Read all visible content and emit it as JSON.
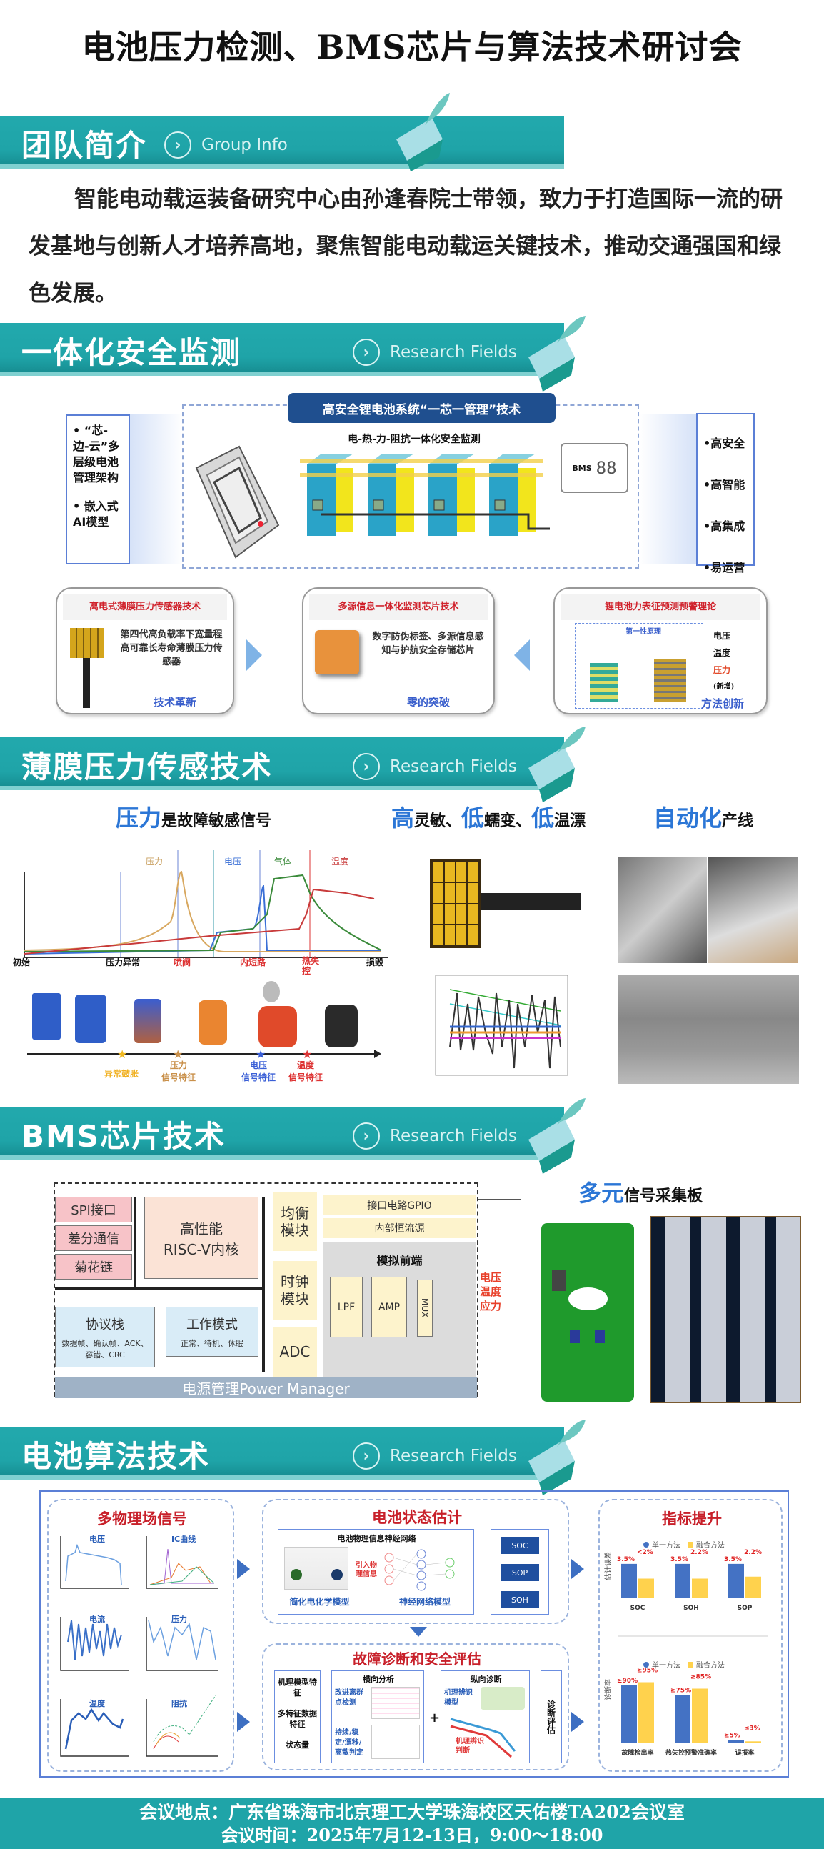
{
  "title": "电池压力检测、BMS芯片与算法技术研讨会",
  "colors": {
    "teal": "#1fa4a8",
    "accent_blue": "#2b76d6",
    "red": "#c8202a",
    "dark_blue": "#1f4f8f"
  },
  "group_info": {
    "banner_title": "团队简介",
    "banner_sub": "Group Info",
    "text": "智能电动载运装备研究中心由孙逢春院士带领，致力于打造国际一流的研发基地与创新人才培养高地，聚焦智能电动载运关键技术，推动交通强国和绿色发展。"
  },
  "section1": {
    "banner_title": "一体化安全监测",
    "banner_sub": "Research Fields",
    "header": "高安全锂电池系统“一芯一管理”技术",
    "subheader": "电-热-力-阻抗一体化安全监测",
    "bms_label": "BMS",
    "left_items": [
      "“芯-边-云”多层级电池管理架构",
      "嵌入式AI模型"
    ],
    "right_items": [
      "高安全",
      "高智能",
      "高集成",
      "易运营"
    ],
    "cards": [
      {
        "title": "离电式薄膜压力传感器技术",
        "body": "第四代高负载率下宽量程高可靠长寿命薄膜压力传感器",
        "tag": "技术革新"
      },
      {
        "title": "多源信息一体化监测芯片技术",
        "body": "数字防伪标签、多源信息感知与护航安全存储芯片",
        "tag": "零的突破"
      },
      {
        "title": "锂电池力表征预测预警理论",
        "body_items": [
          "电压",
          "温度",
          "压力"
        ],
        "body_note": "(新增)",
        "inner_label": "第一性原理",
        "tag": "方法创新"
      }
    ]
  },
  "section2": {
    "banner_title": "薄膜压力传感技术",
    "banner_sub": "Research Fields",
    "headline1": {
      "big": "压力",
      "small": "是故障敏感信号"
    },
    "headline2": {
      "big1": "高",
      "small1": "灵敏、",
      "big2": "低",
      "small2": "蠕变、",
      "big3": "低",
      "small3": "温漂"
    },
    "headline3": {
      "big": "自动化",
      "small": "产线"
    },
    "curve_labels": [
      "压力",
      "电压",
      "气体",
      "温度"
    ],
    "axis_labels": [
      "初始",
      "压力异常",
      "喷阀",
      "内短路",
      "热失控",
      "损毁"
    ],
    "timeline_labels": [
      {
        "line1": "异常鼓胀",
        "line2": ""
      },
      {
        "line1": "压力",
        "line2": "信号特征"
      },
      {
        "line1": "电压",
        "line2": "信号特征"
      },
      {
        "line1": "温度",
        "line2": "信号特征"
      }
    ]
  },
  "section3": {
    "banner_title": "BMS芯片技术",
    "banner_sub": "Research Fields",
    "blocks": {
      "spi": "SPI接口",
      "diff": "差分通信",
      "daisy": "菊花链",
      "core_line1": "高性能",
      "core_line2": "RISC-V内核",
      "protocol_title": "协议栈",
      "protocol_body": "数据帧、确认帧、ACK、容错、CRC",
      "mode_title": "工作模式",
      "mode_body": "正常、待机、休眠",
      "balance": "均衡模块",
      "clock": "时钟模块",
      "adc": "ADC",
      "gpio": "接口电路GPIO",
      "current_src": "内部恒流源",
      "afe": "模拟前端",
      "lpf": "LPF",
      "amp": "AMP",
      "mux": "MUX",
      "power": "电源管理Power Manager"
    },
    "signals": [
      "电压",
      "温度",
      "应力"
    ],
    "board_title": {
      "big": "多元",
      "small": "信号采集板"
    }
  },
  "section4": {
    "banner_title": "电池算法技术",
    "banner_sub": "Research Fields",
    "signals_title": "多物理场信号",
    "signal_plots": [
      "电压",
      "IC曲线",
      "电流",
      "压力",
      "温度",
      "阻抗"
    ],
    "state_title": "电池状态估计",
    "state_sub": "电池物理信息神经网络",
    "state_model_left": "简化电化学模型",
    "state_mid": "引入物理信息",
    "state_model_right": "神经网络模型",
    "state_outputs": [
      "SOC",
      "SOP",
      "SOH"
    ],
    "fault_title": "故障诊断和安全评估",
    "fault_features": [
      "机理模型特征",
      "多特征数据特征",
      "状态量"
    ],
    "lateral_title": "横向分析",
    "lateral_items": [
      "改进离群点检测",
      "持续/稳定/漂移/离散判定"
    ],
    "longit_title": "纵向诊断",
    "longit_items": [
      "机理辨识模型",
      "机理辨识判断"
    ],
    "diag": "诊断评估",
    "metrics_title": "指标提升",
    "legend": [
      "单一方法",
      "融合方法"
    ],
    "chart_top": {
      "ylabel": "估计误差",
      "categories": [
        "SOC",
        "SOH",
        "SOP"
      ],
      "single": [
        3.5,
        3.5,
        3.5
      ],
      "fusion": [
        2.0,
        2.0,
        2.2
      ],
      "labels_single": [
        "3.5%",
        "3.5%",
        "3.5%"
      ],
      "labels_fusion": [
        "<2%",
        "2.2%",
        "2.2%"
      ]
    },
    "chart_bottom": {
      "ylabel": "诊断率",
      "categories": [
        "故障检出率",
        "热失控预警准确率",
        "误报率"
      ],
      "single": [
        90,
        75,
        5
      ],
      "fusion": [
        95,
        85,
        3
      ],
      "labels_single": [
        "≥90%",
        "≥75%",
        "≥5%"
      ],
      "labels_fusion": [
        "≥95%",
        "≥85%",
        "≤3%"
      ]
    }
  },
  "footer": {
    "location": "会议地点：广东省珠海市北京理工大学珠海校区天佑楼TA202会议室",
    "time": "会议时间：2025年7月12-13日，9:00～18:00"
  }
}
